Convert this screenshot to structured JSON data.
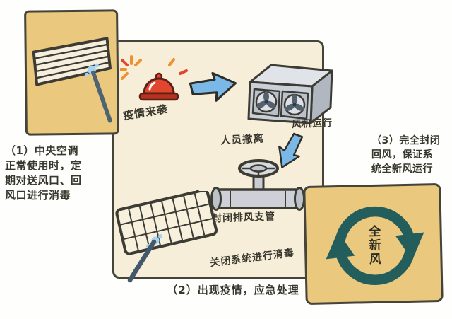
{
  "step1": {
    "lines": [
      "（1）中央空调",
      "正常使用时，定",
      "期对送风口、回",
      "风口进行消毒"
    ]
  },
  "step2": {
    "alarm_label": "疫情来袭",
    "fan_label": "风机运行",
    "evacuate_label": "人员撤离",
    "valve_label": "封闭排风支管",
    "disinfect_label": "关闭系统进行消毒",
    "caption": "（2）出现疫情，应急处理"
  },
  "step3": {
    "lines": [
      "（3）完全封闭",
      "回风，保证系",
      "统全新风运行"
    ],
    "cycle_chars": [
      "全",
      "新",
      "风"
    ]
  },
  "colors": {
    "panel_tan": "#eac87d",
    "panel_cream": "#f6eed8",
    "outline_dark": "#45443b",
    "arrow_blue": "#7ab9e7",
    "alarm_red": "#e2462e",
    "ray_orange": "#f09130",
    "cycle_teal": "#235e5c",
    "spray_blue": "#a6d4f0"
  }
}
